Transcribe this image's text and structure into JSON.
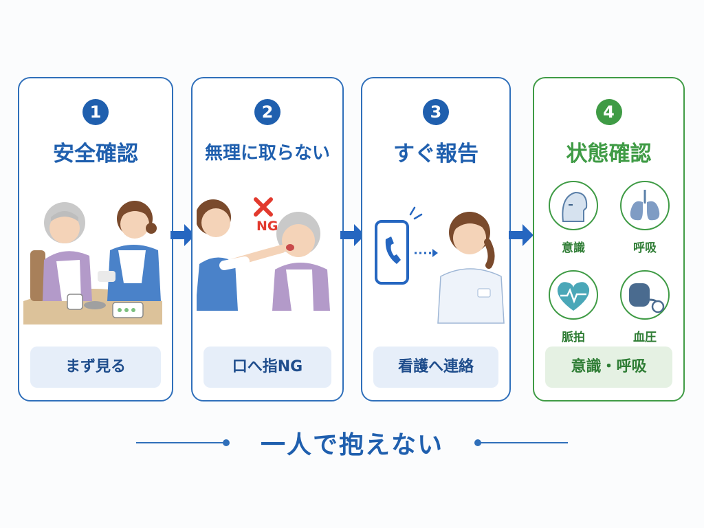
{
  "steps": [
    {
      "number": "1",
      "title": "安全確認",
      "caption": "まず見る"
    },
    {
      "number": "2",
      "title": "無理に取らない",
      "caption": "口へ指NG",
      "ng_mark": "NG"
    },
    {
      "number": "3",
      "title": "すぐ報告",
      "caption": "看護へ連絡"
    },
    {
      "number": "4",
      "title": "状態確認",
      "caption": "意識・呼吸",
      "vitals": [
        "意識",
        "呼吸",
        "脈拍",
        "血圧"
      ]
    }
  ],
  "footer": {
    "message": "一人で抱えない"
  },
  "colors": {
    "blue": "#2f6fba",
    "green": "#3f9b45",
    "ng_red": "#e23a2e"
  }
}
